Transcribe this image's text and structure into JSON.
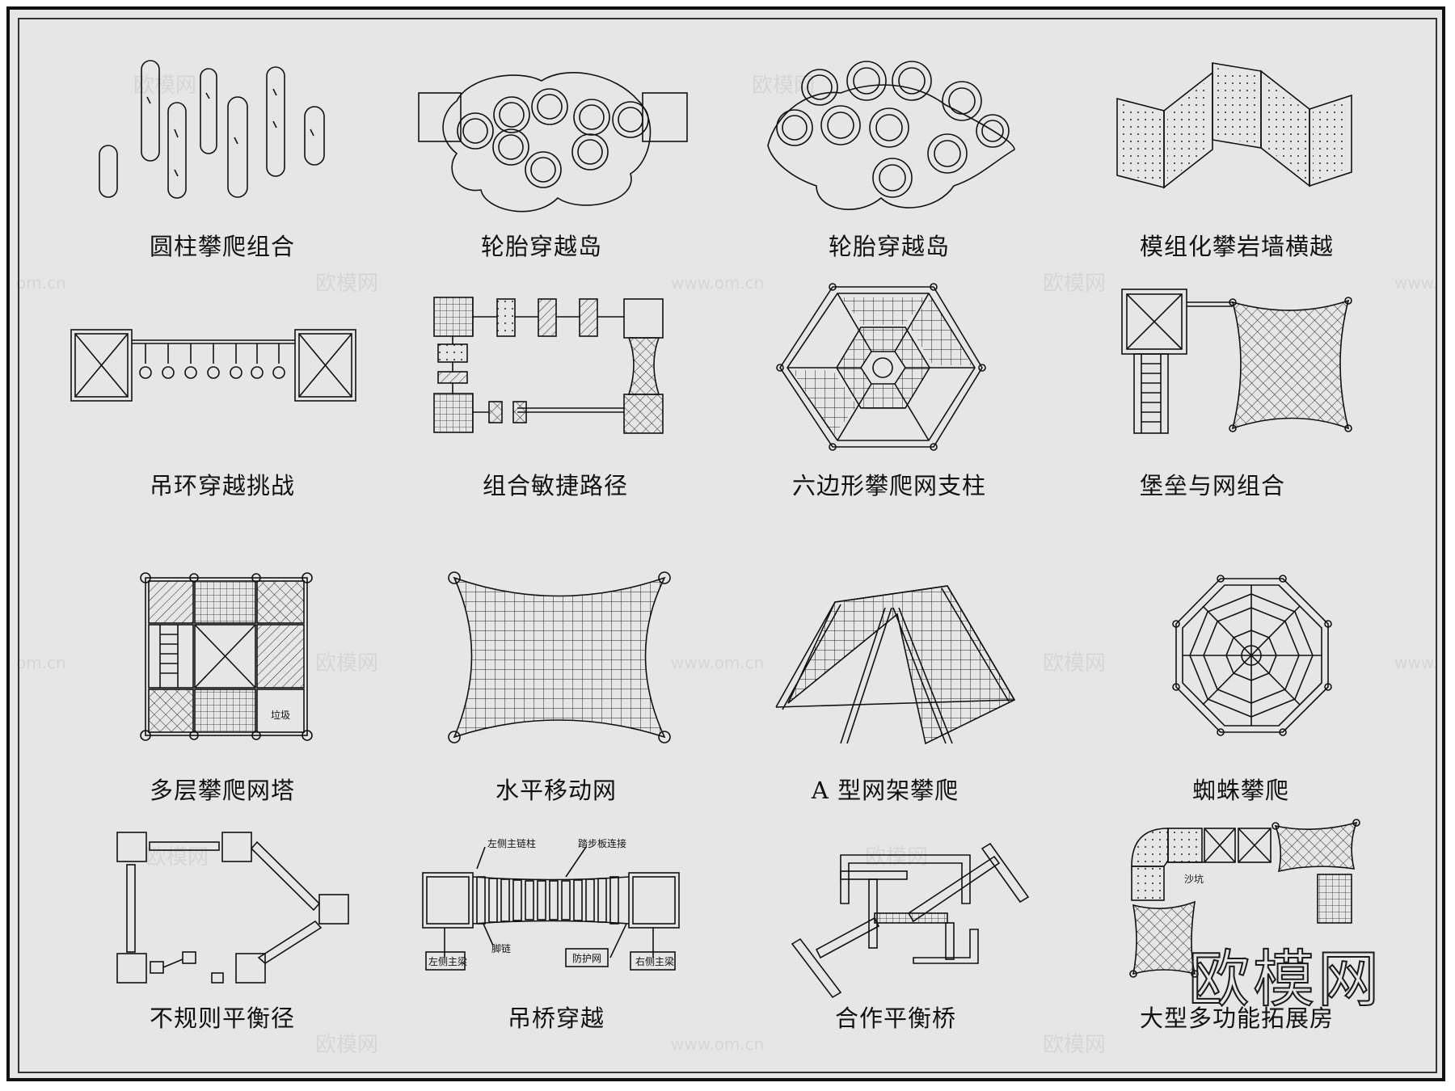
{
  "items": [
    {
      "label": "圆柱攀爬组合"
    },
    {
      "label": "轮胎穿越岛"
    },
    {
      "label": "轮胎穿越岛"
    },
    {
      "label": "模组化攀岩墙横越"
    },
    {
      "label": "吊环穿越挑战"
    },
    {
      "label": "组合敏捷路径"
    },
    {
      "label": "六边形攀爬网支柱"
    },
    {
      "label": "堡垒与网组合"
    },
    {
      "label": "多层攀爬网塔"
    },
    {
      "label": "水平移动网"
    },
    {
      "label": "A  型网架攀爬"
    },
    {
      "label": "蜘蛛攀爬"
    },
    {
      "label": "不规则平衡径"
    },
    {
      "label": "吊桥穿越"
    },
    {
      "label": "合作平衡桥"
    },
    {
      "label": "大型多功能拓展房"
    }
  ],
  "annotations": {
    "multi_tower_bin": "垃圾",
    "bridge_left_post": "左侧主链柱",
    "bridge_step_link": "踏步板连接",
    "bridge_foot_chain": "脚链",
    "bridge_left_beam": "左侧主梁",
    "bridge_guard_net": "防护网",
    "bridge_right_beam": "右侧主梁",
    "house_sandpit": "沙坑"
  },
  "watermark": {
    "brand": "欧模网",
    "url": "www.om.cn",
    "url_partial": "om.cn",
    "url_prefix": "www."
  },
  "colors": {
    "line": "#111111",
    "background": "#e6e6e6"
  }
}
